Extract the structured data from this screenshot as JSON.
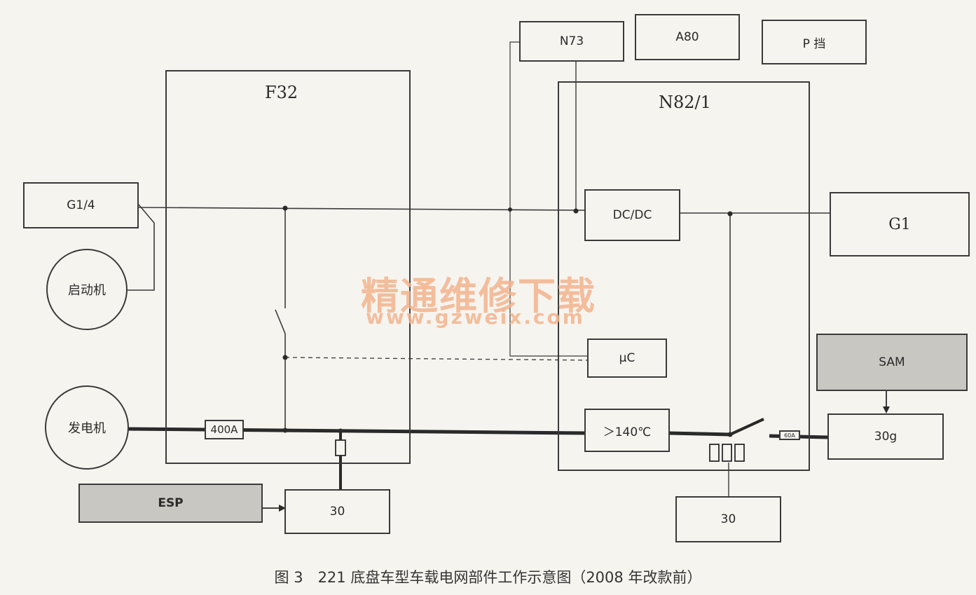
{
  "boxes": {
    "f32": "F32",
    "n82": "N82/1",
    "g14": "G1/4",
    "n73": "N73",
    "a80": "A80",
    "pgear": "P 挡",
    "dcdc": "DC/DC",
    "g1": "G1",
    "uc": "μC",
    "sam": "SAM",
    "g30": "30g",
    "temp": "＞140℃",
    "esp": "ESP",
    "t30a": "30",
    "t30b": "30",
    "fuse400": "400A",
    "fuse_small": "60A"
  },
  "circles": {
    "starter": "启动机",
    "generator": "发电机"
  },
  "watermark": {
    "cn": "精通维修下载",
    "url": "www.gzweix.com"
  },
  "caption": "图 3　221 底盘车型车载电网部件工作示意图（2008 年改款前）"
}
